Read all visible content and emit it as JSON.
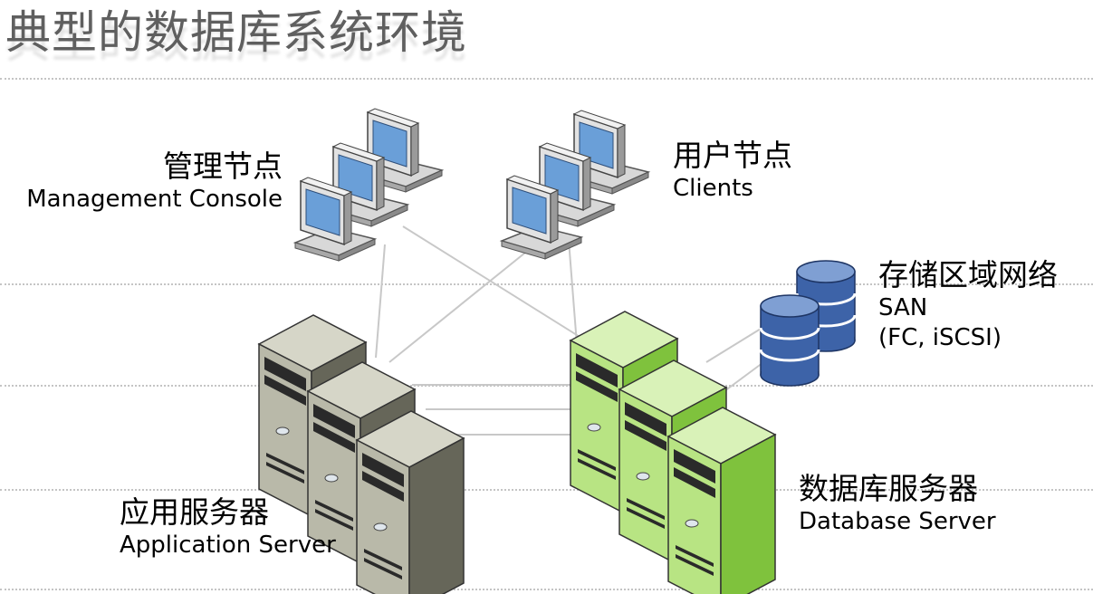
{
  "title": "典型的数据库系统环境",
  "nodes": {
    "management": {
      "zh": "管理节点",
      "en": "Management Console"
    },
    "clients": {
      "zh": "用户节点",
      "en": "Clients"
    },
    "san": {
      "zh": "存储区域网络",
      "en": "SAN",
      "en2": "(FC, iSCSI)"
    },
    "app_server": {
      "zh": "应用服务器",
      "en": "Application Server"
    },
    "db_server": {
      "zh": "数据库服务器",
      "en": "Database Server"
    }
  },
  "colors": {
    "title": "#5f5f5f",
    "app_server_body": "#b9b9a9",
    "db_server_body": "#9cd35a",
    "monitor_screen": "#6a9fd8",
    "storage_disk": "#3d63a8",
    "connector": "#c8c8c8"
  }
}
